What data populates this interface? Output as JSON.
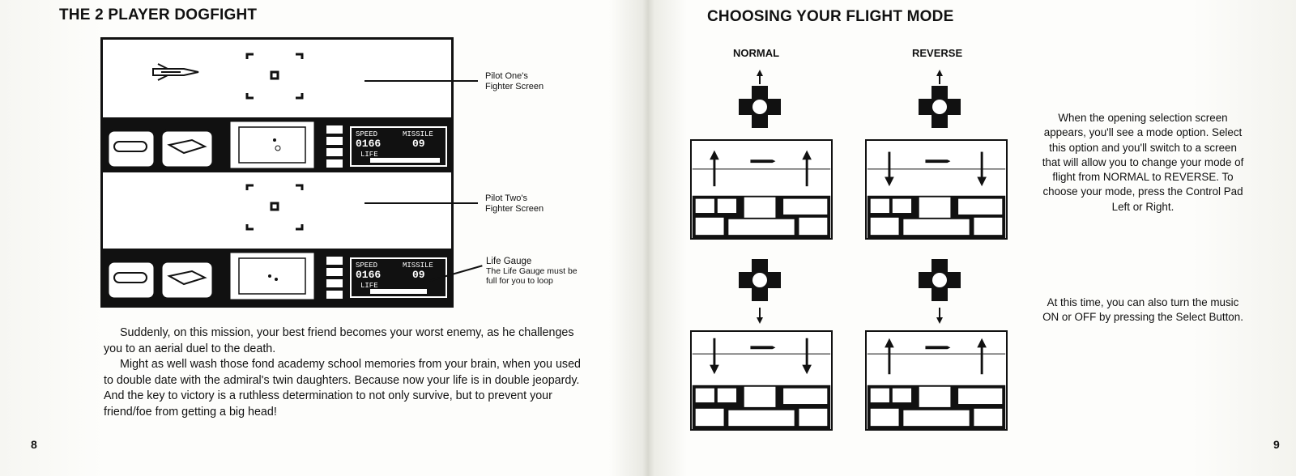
{
  "left_page": {
    "heading": "THE 2 PLAYER DOGFIGHT",
    "page_number": "8",
    "callouts": [
      {
        "title": "Pilot One's",
        "subtitle": "Fighter Screen"
      },
      {
        "title": "Pilot Two's",
        "subtitle": "Fighter Screen"
      },
      {
        "title": "Life Gauge",
        "desc_line1": "The Life Gauge must be",
        "desc_line2": "full for you to loop"
      }
    ],
    "hud": {
      "speed_label": "SPEED",
      "missile_label": "MISSILE",
      "speed_value": "0166",
      "missile_value": "09",
      "life_label": "LIFE"
    },
    "paragraphs": [
      "Suddenly, on this mission, your best friend becomes your worst enemy, as he challenges you to an aerial duel to the death.",
      "Might as well wash those fond academy school memories from your brain, when you used to double date with the admiral's twin daughters. Because now your life is in double jeopardy. And the key to victory is a ruthless determination to not only survive, but to prevent your friend/foe from getting a big head!"
    ]
  },
  "right_page": {
    "heading": "CHOOSING YOUR FLIGHT MODE",
    "page_number": "9",
    "mode_labels": {
      "normal": "NORMAL",
      "reverse": "REVERSE"
    },
    "paragraph1": "When the opening selection screen appears, you'll see a mode option. Select this option and you'll switch to a screen that will allow you to change your mode of flight from NORMAL to REVERSE. To choose your mode, press the Control Pad Left or Right.",
    "paragraph2": "At this time, you can also turn the music ON or OFF by pressing the Select Button."
  },
  "colors": {
    "ink": "#111111",
    "paper": "#fdfdfb"
  },
  "icons": [
    "jet-fighter-icon",
    "control-pad-icon",
    "up-arrow-icon",
    "down-arrow-icon"
  ]
}
